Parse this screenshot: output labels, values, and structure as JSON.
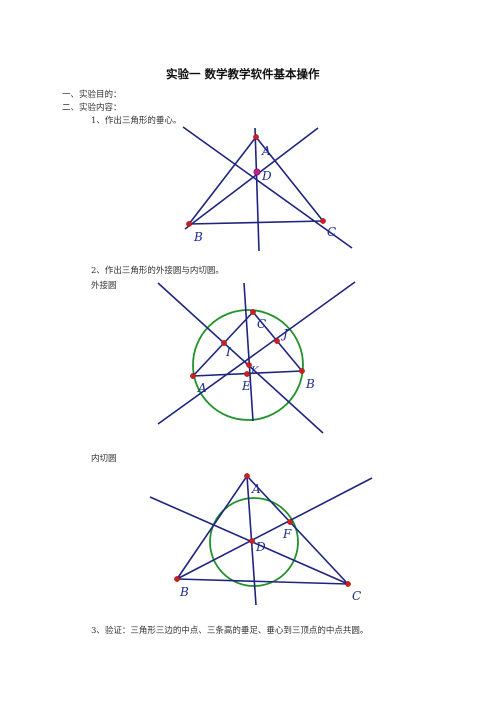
{
  "title": "实验一  数学教学软件基本操作",
  "sections": [
    "一、实验目的：",
    "二、实验内容："
  ],
  "items": {
    "item1": "1、作出三角形的垂心。",
    "item2": "2、作出三角形的外接圆与内切圆。",
    "circumcircle_caption": "外接圆",
    "incircle_caption": "内切圆",
    "item3": "3、验证：三角形三边的中点、三条高的垂足、垂心到三顶点的中点共圆。"
  },
  "figures": {
    "orthocenter": {
      "labels": {
        "A": "A",
        "B": "B",
        "C": "C",
        "D": "D"
      }
    },
    "circumcircle": {
      "labels": {
        "A": "A",
        "B": "B",
        "C": "C",
        "E": "E",
        "I": "I",
        "J": "J",
        "K": "K"
      }
    },
    "incircle": {
      "labels": {
        "A": "A",
        "B": "B",
        "C": "C",
        "D": "D",
        "F": "F"
      }
    }
  },
  "colors": {
    "line": "#1e2480",
    "circle": "#22932a",
    "point": "#d21d1d"
  }
}
